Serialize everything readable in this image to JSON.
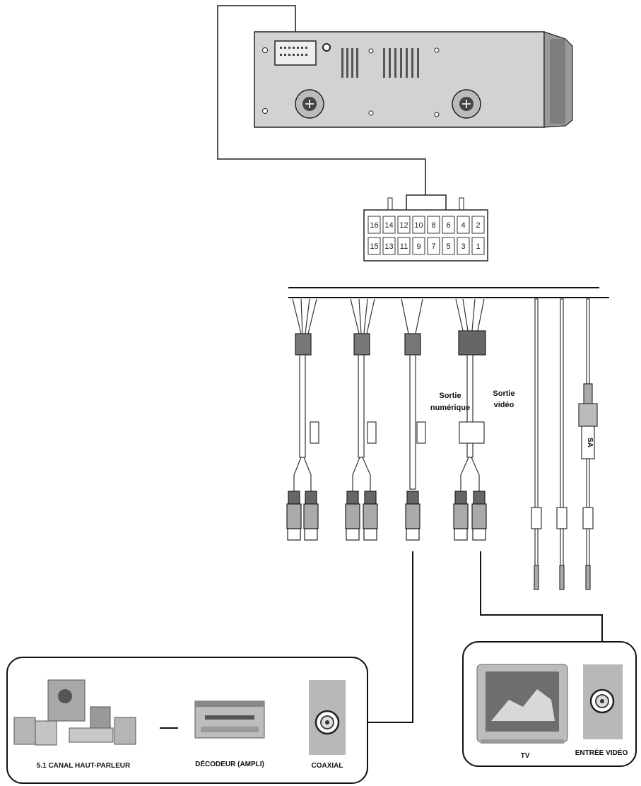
{
  "pin_top_row": [
    "16",
    "14",
    "12",
    "10",
    "8",
    "6",
    "4",
    "2"
  ],
  "pin_bottom_row": [
    "15",
    "13",
    "11",
    "9",
    "7",
    "5",
    "3",
    "1"
  ],
  "labels": {
    "digital_out": [
      "Sortie",
      "numérique"
    ],
    "video_out": [
      "Sortie",
      "vidéo"
    ],
    "sa_tag": "SA"
  },
  "left_box": {
    "speaker_label": "5.1 CANAL HAUT-PARLEUR",
    "decoder_label": "DÉCODEUR (AMPLI)",
    "coaxial_label": "COAXIAL"
  },
  "right_box": {
    "tv_label": "TV",
    "video_in_label": "ENTRÉE VIDÉO"
  },
  "colors": {
    "unit_body": "#d2d2d2",
    "wire": "#1a1a1a",
    "panel_gray": "#b8b8b8"
  }
}
